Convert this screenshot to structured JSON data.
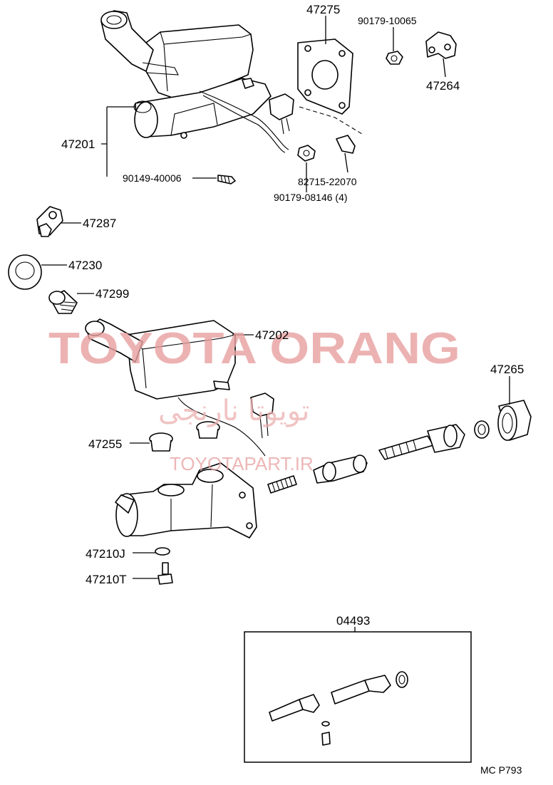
{
  "labels": {
    "p47275": "47275",
    "p90179_10065": "90179-10065",
    "p47264": "47264",
    "p47201": "47201",
    "p90149_40006": "90149-40006",
    "p82715_22070": "82715-22070",
    "p90179_08146": "90179-08146 (4)",
    "p47287": "47287",
    "p47230": "47230",
    "p47299": "47299",
    "p47202": "47202",
    "p47265": "47265",
    "p47255": "47255",
    "p47210J": "47210J",
    "p47210T": "47210T",
    "p04493": "04493",
    "ref": "MC P793"
  },
  "watermark": {
    "line1": "TOYOTA ORANG",
    "line2": "تویوتا نارنجی",
    "line3": "TOYOTAPART.IR",
    "color": "#e8a0a0"
  }
}
